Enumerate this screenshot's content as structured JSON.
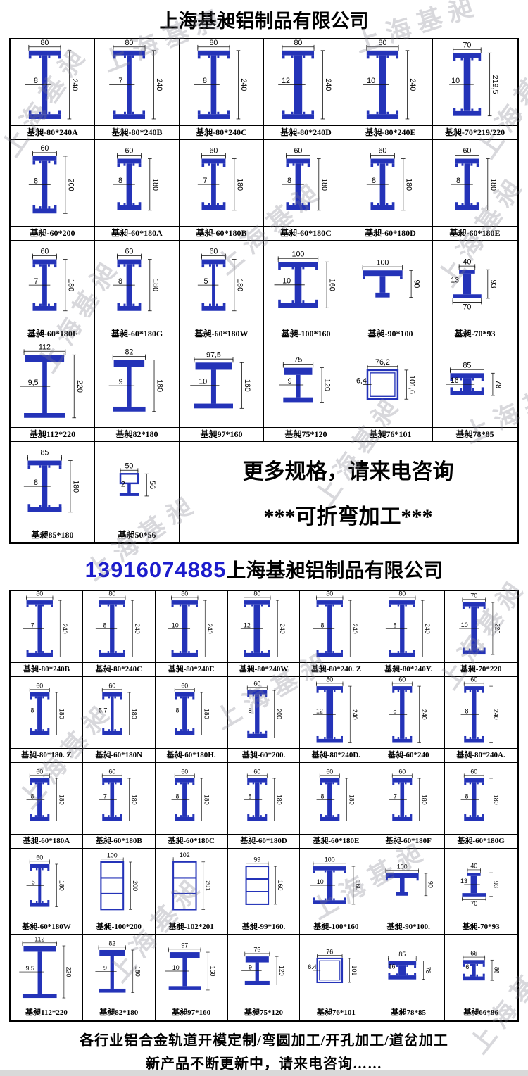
{
  "watermark": {
    "text": "上海基昶"
  },
  "colors": {
    "beam_blue": "#2433b8",
    "phone_blue": "#1c1ccc"
  },
  "page1": {
    "title": "上海基昶铝制品有限公司",
    "rows": [
      [
        {
          "label": "基昶-80*240A",
          "shape": "I",
          "top": "80",
          "web": "8",
          "height": "240"
        },
        {
          "label": "基昶-80*240B",
          "shape": "I",
          "top": "80",
          "web": "7",
          "height": "240"
        },
        {
          "label": "基昶-80*240C",
          "shape": "I",
          "top": "80",
          "web": "8",
          "height": "240"
        },
        {
          "label": "基昶-80*240D",
          "shape": "I",
          "top": "80",
          "web": "12",
          "height": "240"
        },
        {
          "label": "基昶-80*240E",
          "shape": "I",
          "top": "80",
          "web": "10",
          "height": "240"
        },
        {
          "label": "基昶-70*219/220",
          "shape": "I",
          "top": "70",
          "web": "10",
          "height": "219,5"
        }
      ],
      [
        {
          "label": "基昶-60*200",
          "shape": "I",
          "top": "60",
          "web": "8",
          "height": "200"
        },
        {
          "label": "基昶-60*180A",
          "shape": "I",
          "top": "60",
          "web": "8",
          "height": "180"
        },
        {
          "label": "基昶-60*180B",
          "shape": "I",
          "top": "60",
          "web": "7",
          "height": "180"
        },
        {
          "label": "基昶-60*180C",
          "shape": "I",
          "top": "60",
          "web": "8",
          "height": "180"
        },
        {
          "label": "基昶-60*180D",
          "shape": "I",
          "top": "60",
          "web": "8",
          "height": "180"
        },
        {
          "label": "基昶-60*180E",
          "shape": "I",
          "top": "60",
          "web": "8",
          "height": "180"
        }
      ],
      [
        {
          "label": "基昶-60*180F",
          "shape": "I",
          "top": "60",
          "web": "7",
          "height": "180"
        },
        {
          "label": "基昶-60*180G",
          "shape": "I",
          "top": "60",
          "web": "8",
          "height": "180"
        },
        {
          "label": "基昶-60*180W",
          "shape": "I",
          "top": "60",
          "web": "5",
          "height": "180"
        },
        {
          "label": "基昶-100*160",
          "shape": "I",
          "top": "100",
          "web": "10",
          "height": "160"
        },
        {
          "label": "基昶-90*100",
          "shape": "T",
          "top": "100",
          "height": "90"
        },
        {
          "label": "基昶-70*93",
          "shape": "IB",
          "top": "40",
          "web": "13",
          "height": "93",
          "bottom": "70"
        }
      ],
      [
        {
          "label": "基昶112*220",
          "shape": "rail",
          "top": "112",
          "web": "9,5",
          "height": "220"
        },
        {
          "label": "基昶82*180",
          "shape": "rail",
          "top": "82",
          "web": "9",
          "height": "180"
        },
        {
          "label": "基昶97*160",
          "shape": "rail",
          "top": "97,5",
          "web": "10",
          "height": "160"
        },
        {
          "label": "基昶75*120",
          "shape": "rail",
          "top": "75",
          "web": "9",
          "height": "120"
        },
        {
          "label": "基昶76*101",
          "shape": "rect",
          "top": "76,2",
          "web": "6,4",
          "height": "101,6"
        },
        {
          "label": "基昶78*85",
          "shape": "H",
          "top": "85",
          "web": "16",
          "height": "78"
        }
      ],
      [
        {
          "label": "基昶85*180",
          "shape": "I",
          "top": "85",
          "web": "8",
          "height": "180"
        },
        {
          "label": "基昶50*56",
          "shape": "tee",
          "top": "50",
          "web": "2",
          "height": "56"
        },
        {
          "type": "notice",
          "span": 4,
          "line1": "更多规格，请来电咨询",
          "line2": "***可折弯加工***"
        }
      ]
    ]
  },
  "page2": {
    "phone": "13916074885",
    "title": "上海基昶铝制品有限公司",
    "rows": [
      [
        {
          "label": "基昶-80*240B",
          "shape": "I",
          "top": "80",
          "web": "7",
          "height": "240"
        },
        {
          "label": "基昶-80*240C",
          "shape": "I",
          "top": "80",
          "web": "8",
          "height": "240"
        },
        {
          "label": "基昶-80*240E",
          "shape": "I",
          "top": "80",
          "web": "10",
          "height": "240"
        },
        {
          "label": "基昶-80*240W",
          "shape": "I",
          "top": "80",
          "web": "12",
          "height": "240"
        },
        {
          "label": "基昶-80*240. Z",
          "shape": "I",
          "top": "80",
          "web": "8",
          "height": "240"
        },
        {
          "label": "基昶-80*240Y.",
          "shape": "I",
          "top": "80",
          "web": "8",
          "height": "240"
        },
        {
          "label": "基昶-70*220",
          "shape": "I",
          "top": "70",
          "web": "10",
          "height": "220"
        }
      ],
      [
        {
          "label": "基昶-80*180. Z",
          "shape": "I",
          "top": "60",
          "web": "8",
          "height": "180"
        },
        {
          "label": "基昶-60*180N",
          "shape": "I",
          "top": "60",
          "web": "5.7",
          "height": "180"
        },
        {
          "label": "基昶-60*180H.",
          "shape": "I",
          "top": "60",
          "web": "8",
          "height": "180"
        },
        {
          "label": "基昶-60*200.",
          "shape": "I",
          "top": "60",
          "web": "8",
          "height": "200"
        },
        {
          "label": "基昶-80*240D.",
          "shape": "I",
          "top": "80",
          "web": "12",
          "height": "240"
        },
        {
          "label": "基昶-60*240",
          "shape": "I",
          "top": "60",
          "web": "8",
          "height": "240"
        },
        {
          "label": "基昶-80*240A.",
          "shape": "I",
          "top": "60",
          "web": "8",
          "height": "240"
        }
      ],
      [
        {
          "label": "基昶-60*180A",
          "shape": "I",
          "top": "60",
          "web": "8",
          "height": "180"
        },
        {
          "label": "基昶-60*180B",
          "shape": "I",
          "top": "60",
          "web": "7",
          "height": "180"
        },
        {
          "label": "基昶-60*180C",
          "shape": "I",
          "top": "60",
          "web": "8",
          "height": "180"
        },
        {
          "label": "基昶-60*180D",
          "shape": "I",
          "top": "60",
          "web": "8",
          "height": "180"
        },
        {
          "label": "基昶-60*180E",
          "shape": "I",
          "top": "60",
          "web": "8",
          "height": "180"
        },
        {
          "label": "基昶-60*180F",
          "shape": "I",
          "top": "60",
          "web": "7",
          "height": "180"
        },
        {
          "label": "基昶-60*180G",
          "shape": "I",
          "top": "60",
          "web": "8",
          "height": "180"
        }
      ],
      [
        {
          "label": "基昶-60*180W",
          "shape": "I",
          "top": "60",
          "web": "5",
          "height": "180"
        },
        {
          "label": "基昶-100*200",
          "shape": "ladder",
          "top": "100",
          "height": "200"
        },
        {
          "label": "基昶-102*201",
          "shape": "ladder",
          "top": "102",
          "height": "201"
        },
        {
          "label": "基昶-99*160.",
          "shape": "ladder",
          "top": "99",
          "height": "160"
        },
        {
          "label": "基昶-100*160",
          "shape": "I",
          "top": "100",
          "web": "10",
          "height": "160"
        },
        {
          "label": "基昶-90*100.",
          "shape": "T",
          "top": "100",
          "height": "90"
        },
        {
          "label": "基昶-70*93",
          "shape": "IB",
          "top": "40",
          "web": "13",
          "height": "93",
          "bottom": "70"
        }
      ],
      [
        {
          "label": "基昶112*220",
          "shape": "rail",
          "top": "112",
          "web": "9.5",
          "height": "220"
        },
        {
          "label": "基昶82*180",
          "shape": "rail",
          "top": "82",
          "web": "9",
          "height": "180"
        },
        {
          "label": "基昶97*160",
          "shape": "rail",
          "top": "97",
          "web": "10",
          "height": "160"
        },
        {
          "label": "基昶75*120",
          "shape": "rail",
          "top": "75",
          "web": "9",
          "height": "120"
        },
        {
          "label": "基昶76*101",
          "shape": "rect",
          "top": "76",
          "web": "6.4",
          "height": "101"
        },
        {
          "label": "基昶78*85",
          "shape": "H",
          "top": "85",
          "web": "16",
          "height": "78"
        },
        {
          "label": "基昶66*86",
          "shape": "I",
          "top": "66",
          "web": "6",
          "height": "86"
        }
      ]
    ],
    "footer_line1": "各行业铝合金轨道开模定制/弯圆加工/开孔加工/道岔加工",
    "footer_line2": "新产品不断更新中，请来电咨询……"
  }
}
